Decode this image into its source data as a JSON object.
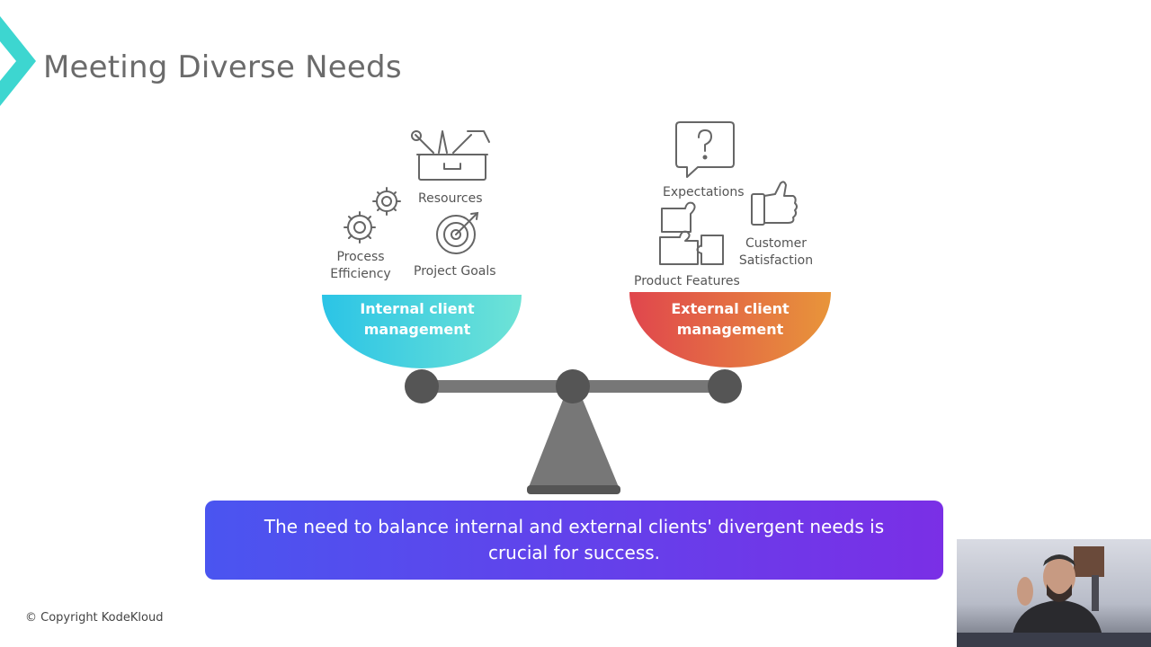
{
  "slide": {
    "title": "Meeting Diverse Needs",
    "accent_color": "#3dd6d0"
  },
  "left_bowl": {
    "label_line1": "Internal client",
    "label_line2": "management",
    "gradient": [
      "#2bc4e6",
      "#6ee3d6"
    ],
    "items": {
      "resources": "Resources",
      "process_line1": "Process",
      "process_line2": "Efficiency",
      "goals": "Project Goals"
    }
  },
  "right_bowl": {
    "label_line1": "External client",
    "label_line2": "management",
    "gradient": [
      "#e0464d",
      "#e8953a"
    ],
    "items": {
      "expectations": "Expectations",
      "satisfaction_line1": "Customer",
      "satisfaction_line2": "Satisfaction",
      "features": "Product Features"
    }
  },
  "banner": {
    "text": "The need to balance internal and external clients' divergent needs is crucial for success."
  },
  "footer": {
    "copyright": "© Copyright KodeKloud"
  },
  "icons": [
    "toolbox-icon",
    "gears-icon",
    "target-icon",
    "question-bubble-icon",
    "thumbs-up-icon",
    "puzzle-icon"
  ]
}
